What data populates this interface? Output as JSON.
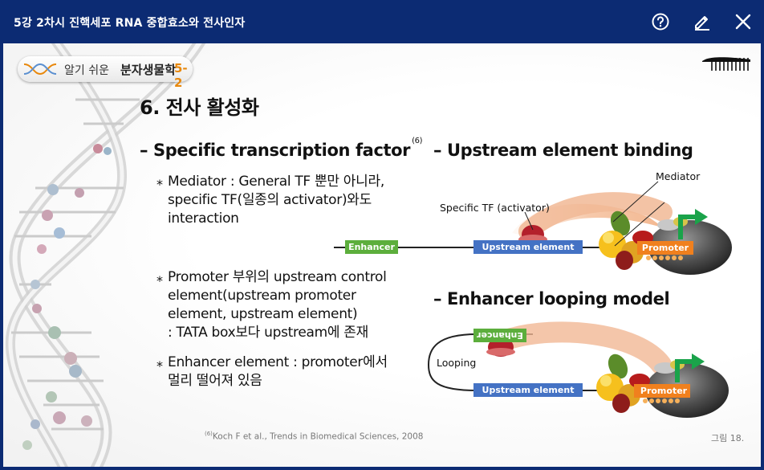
{
  "window": {
    "title": "5강 2차시 진핵세포 RNA 중합효소와 전사인자"
  },
  "toolbar": {
    "help_icon": "help-circle-icon",
    "edit_icon": "pencil-icon",
    "close_icon": "close-x-icon"
  },
  "badge": {
    "text1": "알기 쉬운",
    "text2": "분자생물학",
    "text3": "5-2"
  },
  "slide": {
    "heading": "6. 전사 활성화",
    "left_title": "Specific transcription factor",
    "left_title_ref": "(6)",
    "dash": "–",
    "star": "*",
    "mediator_lines": [
      "Mediator : General TF 뿐만 아니라,",
      "specific TF(일종의 activator)와도",
      "interaction"
    ],
    "promoter_lines": [
      "Promoter 부위의 upstream control",
      "element(upstream promoter",
      "element, upstream element)",
      ": TATA box보다 upstream에 존재"
    ],
    "enhancer_lines": [
      "Enhancer element : promoter에서",
      "멀리 떨어져 있음"
    ],
    "right_title1": "Upstream element binding",
    "right_title2": "Enhancer looping model",
    "citation_ref": "(6)",
    "citation": "Koch F et al., Trends in Biomedical Sciences, 2008",
    "figure_label": "그림 18."
  },
  "diagram": {
    "mediator": "Mediator",
    "specific_tf": "Specific TF (activator)",
    "enhancer": "Enhancer",
    "upstream_element": "Upstream element",
    "promoter": "Promoter",
    "looping": "Looping",
    "enhancer_flipped": "Enhancer",
    "colors": {
      "enhancer": "#5cae3c",
      "upstream": "#4472c4",
      "promoter": "#f0801e",
      "activator": "#c8394a",
      "mediator": "#f5c8a8"
    }
  }
}
